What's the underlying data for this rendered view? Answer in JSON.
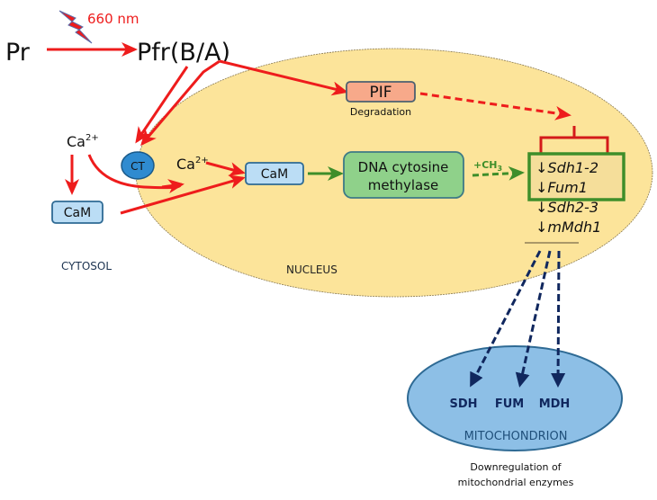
{
  "light": {
    "label": "660 nm",
    "icon": "lightning-bolt-icon"
  },
  "pigments": {
    "inactive": "Pr",
    "active": "Pfr(B/A)"
  },
  "compartments": {
    "cytosol": "CYTOSOL",
    "nucleus": "NUCLEUS",
    "mitochondrion": "MITOCHONDRION"
  },
  "cytosol_calcium": {
    "base": "Ca",
    "sup": "2+"
  },
  "nuclear_calcium": {
    "base": "Ca",
    "sup": "2+"
  },
  "transporter": "CT",
  "calmodulin_cytosol": "CaM",
  "calmodulin_nucleus": "CaM",
  "pif": {
    "label": "PIF",
    "note": "Degradation"
  },
  "methylase": {
    "line1": "DNA cytosine",
    "line2": "methylase"
  },
  "methylation": {
    "base": "+CH",
    "sub": "3"
  },
  "genes": [
    {
      "arrow": "↓",
      "name": "Sdh1-2",
      "boxed": true
    },
    {
      "arrow": "↓",
      "name": "Fum1",
      "boxed": true
    },
    {
      "arrow": "↓",
      "name": "Sdh2-3",
      "boxed": false
    },
    {
      "arrow": "↓",
      "name": "mMdh1",
      "boxed": false
    }
  ],
  "enzymes": [
    "SDH",
    "FUM",
    "MDH"
  ],
  "caption": {
    "line1": "Downregulation of",
    "line2": "mitochondrial enzymes"
  },
  "colors": {
    "nucleus_fill": "#FCE49A",
    "mito_fill": "#8DBFE6",
    "mito_stroke": "#2E6A94",
    "red_arrow": "#EE1C1C",
    "green_arrow": "#3E8E2A",
    "navy": "#10275E",
    "cam_fill": "#BBDDF5",
    "pif_fill": "#F7A98A",
    "methylase_fill": "#8FD18A",
    "ct_fill": "#2F8BD0"
  }
}
